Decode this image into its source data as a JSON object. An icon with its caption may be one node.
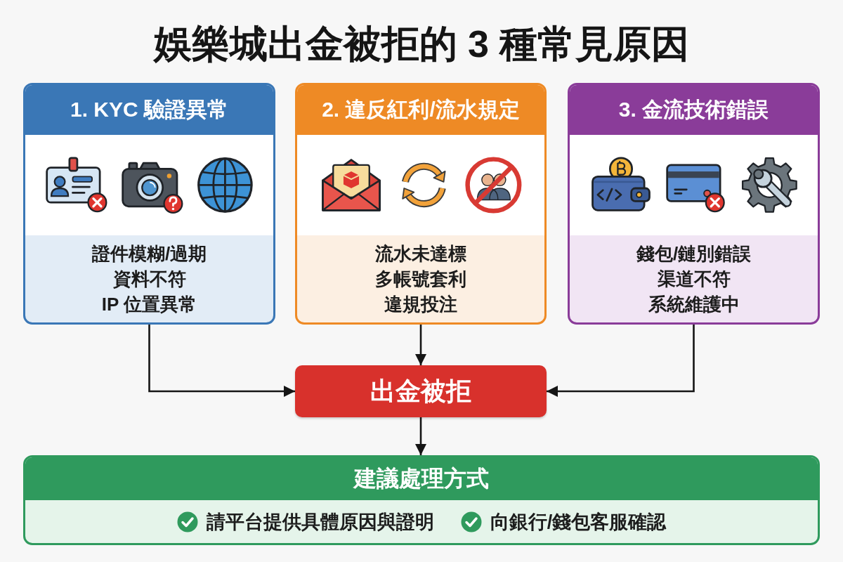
{
  "diagram": {
    "title": "娛樂城出金被拒的 3 種常見原因",
    "nodes": [
      {
        "text": [
          "1. KYC 驗證異常",
          "證件模糊/過期",
          "資料不符",
          "IP 位置異常"
        ]
      },
      {
        "text": [
          "2. 違反紅利/流水規定",
          "流水未達標",
          "多帳號套利",
          "違規投注"
        ]
      },
      {
        "text": [
          "3. 金流技術錯誤",
          "錢包/鏈別錯誤",
          "渠道不符",
          "系統維護中"
        ]
      },
      {
        "text": [
          "出金被拒"
        ]
      },
      {
        "text": [
          "建議處理方式",
          "請平台提供具體原因與證明",
          "向銀行/錢包客服確認"
        ]
      }
    ],
    "edges": [
      {
        "from": 0,
        "to": 3,
        "arrow": "to"
      },
      {
        "from": 1,
        "to": 3,
        "arrow": "to"
      },
      {
        "from": 2,
        "to": 3,
        "arrow": "to"
      },
      {
        "from": 3,
        "to": 4,
        "arrow": "to"
      }
    ]
  }
}
